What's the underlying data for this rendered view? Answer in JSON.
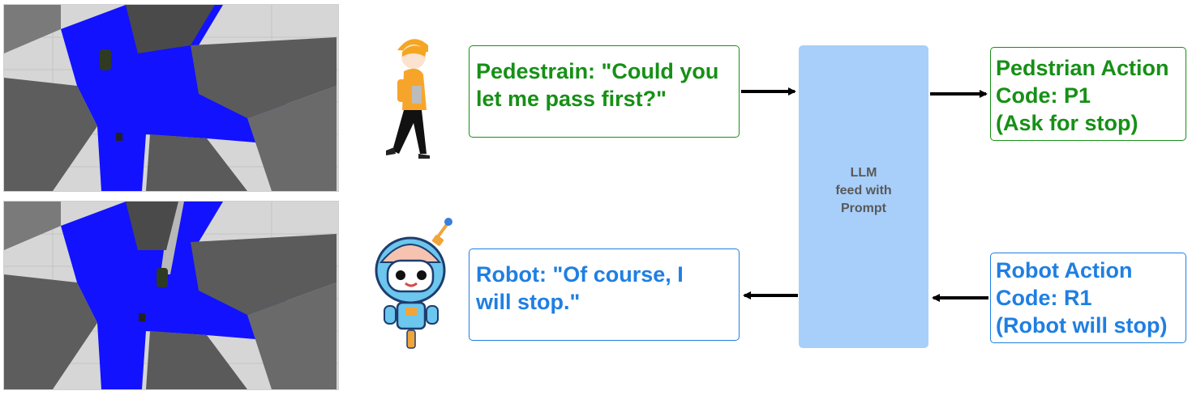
{
  "pedestrian_message": "Pedestrain: \"Could you\nlet me pass first?\"",
  "robot_message": "Robot: \"Of course, I\nwill stop.\"",
  "llm_box": {
    "line1": "LLM",
    "line2": "feed with",
    "line3": "Prompt"
  },
  "pedestrian_action": "Pedstrian Action\nCode: P1\n(Ask for stop)",
  "robot_action": "Robot Action\nCode: R1\n(Robot will stop)",
  "colors": {
    "pedestrian": "#169016",
    "robot": "#1f7fe2",
    "llm_fill": "#a8cffa",
    "path_highlight": "#1212ff"
  },
  "icons": [
    "pedestrian-figure",
    "robot-figure",
    "simulation-view"
  ]
}
